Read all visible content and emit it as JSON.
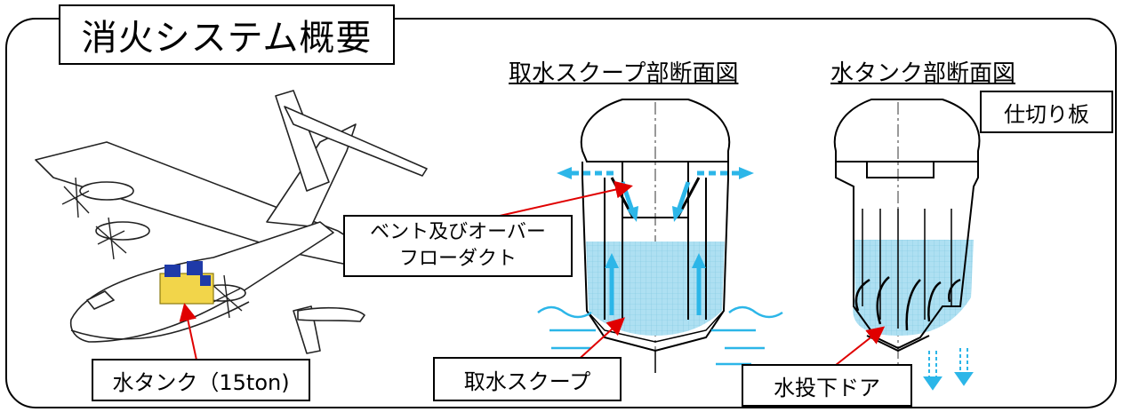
{
  "title": "消火システム概要",
  "headings": {
    "scoop_section": "取水スクープ部断面図",
    "tank_section": "水タンク部断面図"
  },
  "labels": {
    "partition": "仕切り板",
    "vent_line1": "ベント及びオーバー",
    "vent_line2": "フローダクト",
    "water_tank": "水タンク（15ton)",
    "scoop": "取水スクープ",
    "drop_door": "水投下ドア"
  },
  "colors": {
    "water_fill": "#aee0f2",
    "water_arrow": "#2cb6e8",
    "tank_yellow": "#f2d54a",
    "tank_blue": "#1f3aa8",
    "pointer_red": "#e00000"
  }
}
